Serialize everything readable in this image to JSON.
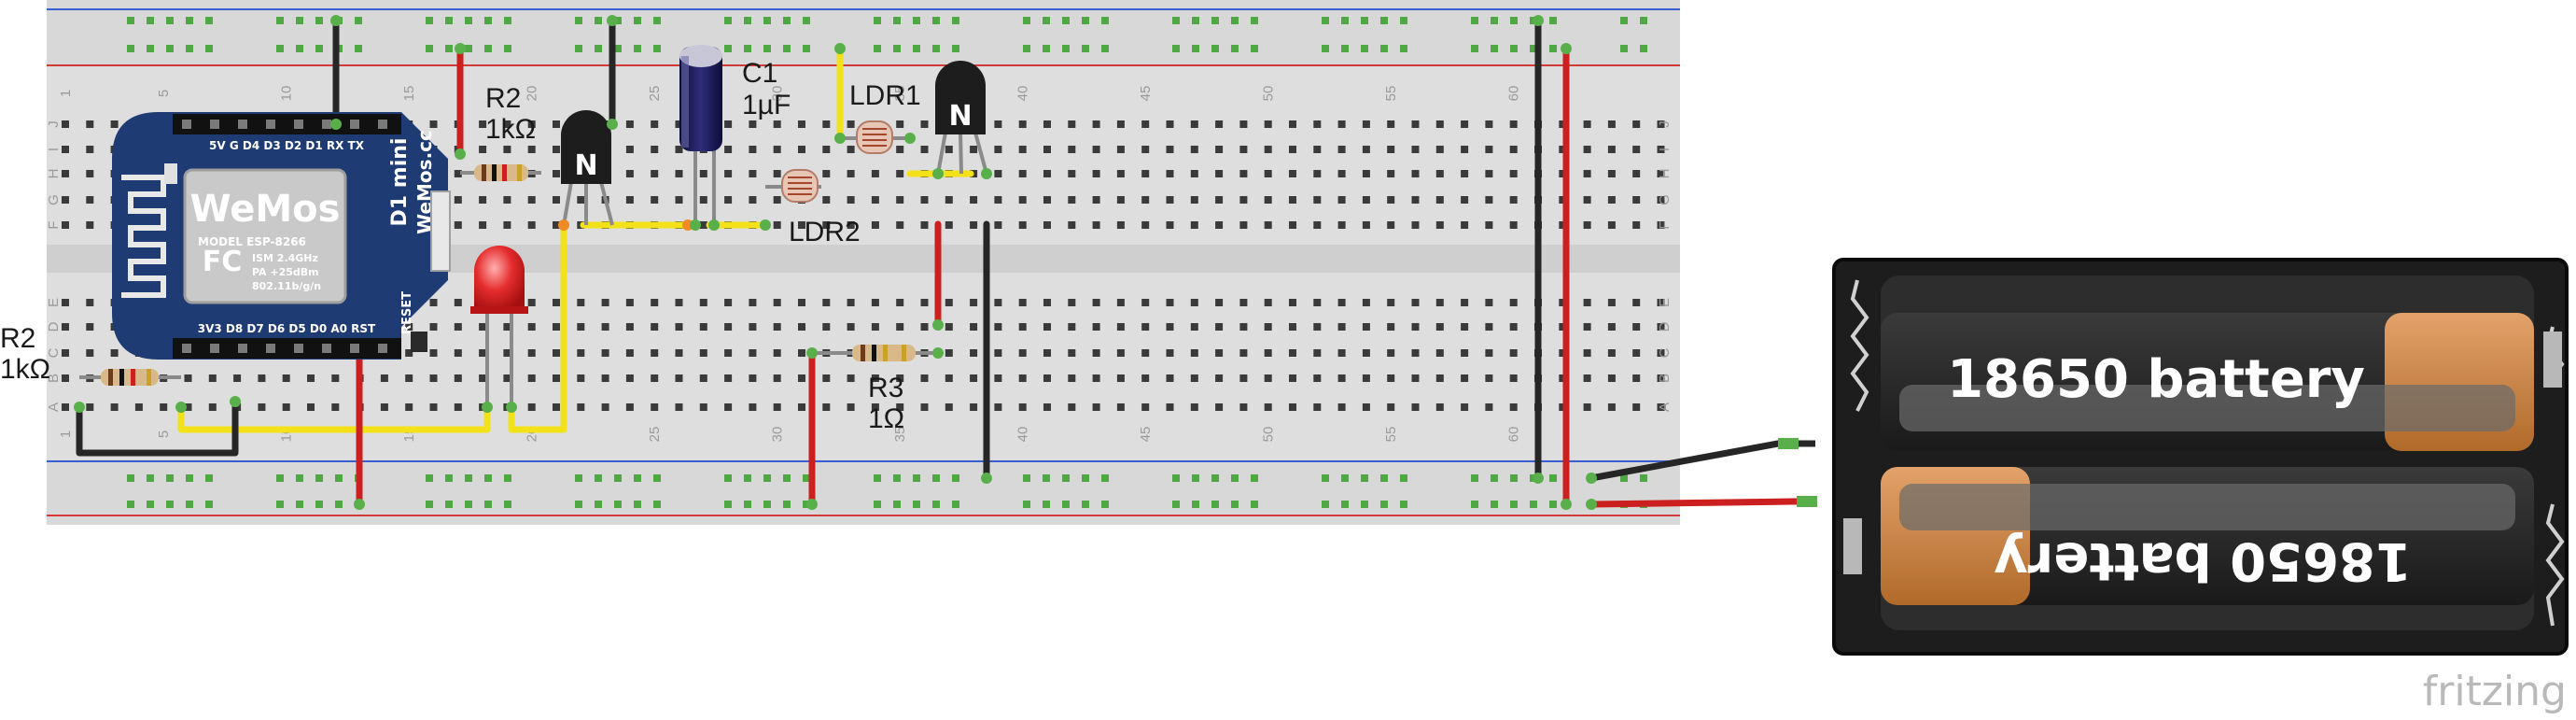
{
  "breadboard": {
    "column_numbers": [
      "1",
      "5",
      "10",
      "15",
      "20",
      "25",
      "30",
      "35",
      "40",
      "45",
      "50",
      "55",
      "60"
    ],
    "row_letters_top": [
      "J",
      "I",
      "H",
      "G",
      "F"
    ],
    "row_letters_bottom": [
      "E",
      "D",
      "C",
      "B",
      "A"
    ]
  },
  "wemos": {
    "logo": "WeMos",
    "fc_mark": "FC",
    "model_line": "MODEL  ESP-8266",
    "spec_1": "ISM 2.4GHz",
    "spec_2": "PA +25dBm",
    "spec_3": "802.11b/g/n",
    "side_1": "D1 mini",
    "side_2": "WeMos.cc",
    "reset_label": "RESET",
    "top_pins": "5V  G  D4  D3  D2  D1  RX  TX",
    "bottom_pins": "3V3  D8  D7  D6  D5  D0  A0  RST"
  },
  "components": {
    "r2_main": {
      "name": "R2",
      "value": "1kΩ"
    },
    "r2_left": {
      "name": "R2",
      "value": "1kΩ"
    },
    "c1": {
      "name": "C1",
      "value": "1µF"
    },
    "ldr1": {
      "name": "LDR1"
    },
    "ldr2": {
      "name": "LDR2"
    },
    "r3": {
      "name": "R3",
      "value": "1Ω"
    },
    "transistor_mark": "N"
  },
  "battery": {
    "cell_top_label": "18650 battery",
    "cell_bottom_label": "18650 battery"
  },
  "brand": "fritzing",
  "colors": {
    "board": "#dcdcdc",
    "wemos_blue": "#1f3b73",
    "wire_red": "#cc1f1f",
    "wire_black": "#262626",
    "wire_yellow": "#f3e21a",
    "rail_red": "#d23a3a",
    "rail_blue": "#3a5ed2",
    "battery_orange": "#c77f3e"
  }
}
